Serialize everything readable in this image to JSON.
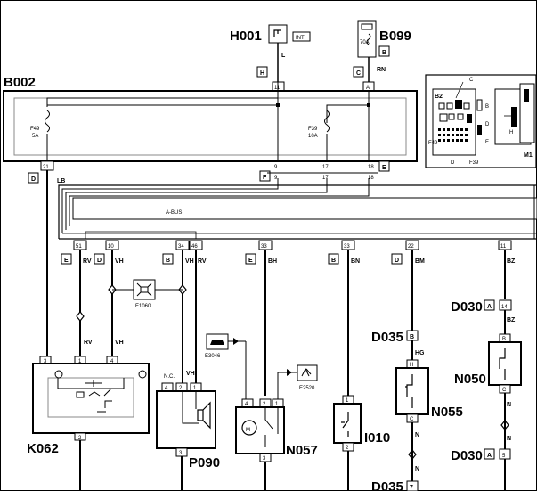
{
  "components": {
    "H001": {
      "code": "H001",
      "tag": "INT",
      "wire": "L"
    },
    "B099": {
      "code": "B099",
      "fuse": "70A",
      "conn": "B",
      "wire": "RN"
    },
    "B002": {
      "code": "B002"
    },
    "K062": {
      "code": "K062"
    },
    "E1060": {
      "code": "E1060"
    },
    "E3046": {
      "code": "E3046"
    },
    "E2520": {
      "code": "E2520"
    },
    "P090": {
      "code": "P090",
      "note": "N.C."
    },
    "N057": {
      "code": "N057"
    },
    "I010": {
      "code": "I010"
    },
    "N055": {
      "code": "N055"
    },
    "N050": {
      "code": "N050"
    },
    "D035": {
      "code": "D035"
    },
    "D030": {
      "code": "D030"
    },
    "B2": {
      "code": "B2"
    },
    "M1": {
      "code": "M1"
    }
  },
  "fuses": [
    {
      "id": "F49",
      "rating": "5A"
    },
    {
      "id": "F39",
      "rating": "10A"
    }
  ],
  "bus": {
    "label": "A-BUS"
  },
  "connectors": {
    "H": "H",
    "C": "C",
    "A": "A",
    "D": "D",
    "E": "E",
    "F": "F",
    "B": "B"
  },
  "pins": {
    "p11": "11",
    "pA": "A",
    "p21": "21",
    "p9": "9",
    "p17": "17",
    "p18": "18",
    "p51": "51",
    "p10": "10",
    "p34": "34",
    "p46": "46",
    "p33": "33",
    "p22": "22",
    "p3": "3",
    "p1": "1",
    "p4": "4",
    "p2": "2",
    "p14": "14",
    "p5": "5",
    "p7": "7"
  },
  "wires": {
    "LB": "LB",
    "RV": "RV",
    "VH": "VH",
    "BH": "BH",
    "BN": "BN",
    "BM": "BM",
    "BZ": "BZ",
    "HG": "HG",
    "N": "N"
  },
  "inset": {
    "labels": [
      "C",
      "B",
      "D",
      "E",
      "F49",
      "F39",
      "D",
      "H",
      "M1",
      "B2"
    ]
  }
}
